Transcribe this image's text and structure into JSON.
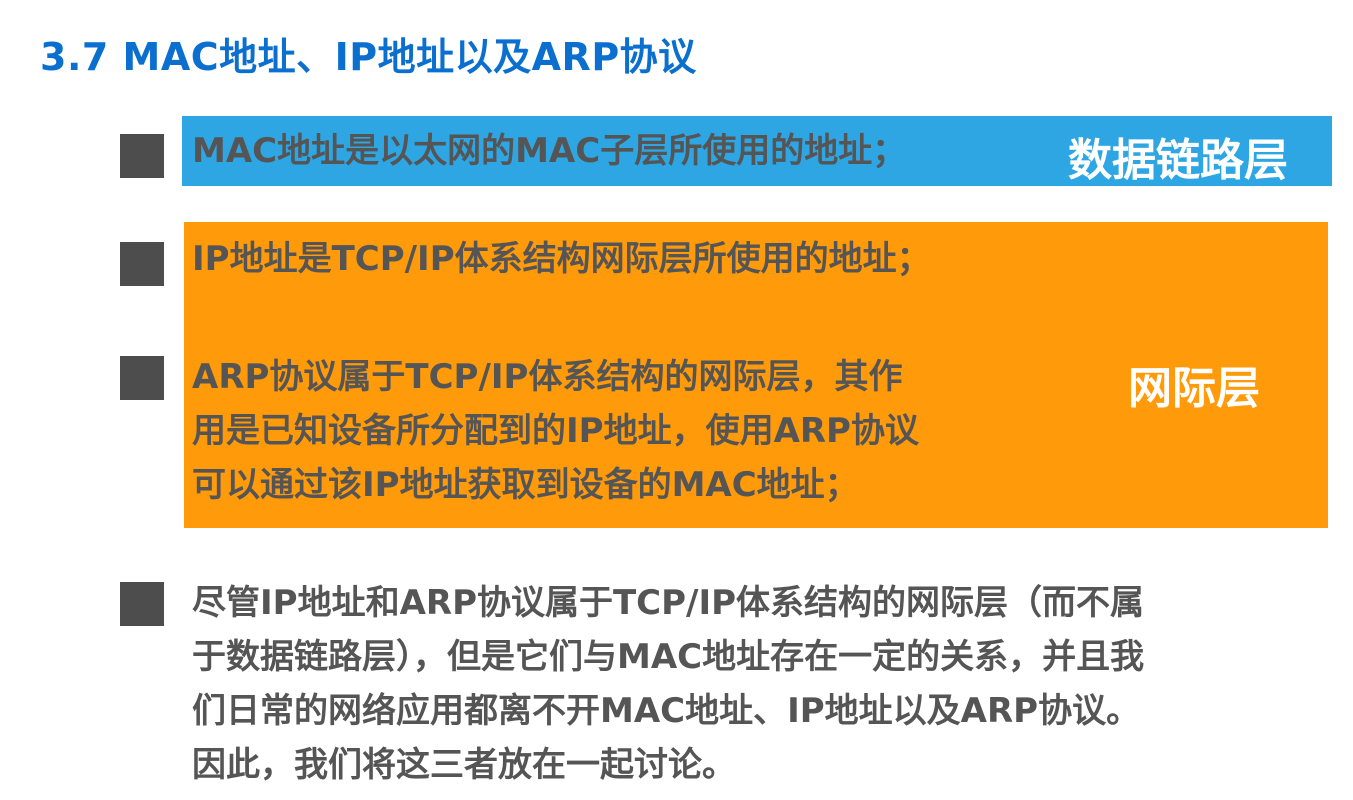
{
  "slide": {
    "title": "3.7 MAC地址、IP地址以及ARP协议"
  },
  "items": [
    {
      "text_lines": [
        "MAC地址是以太网的MAC子层所使用的地址；"
      ]
    },
    {
      "text_lines": [
        "IP地址是TCP/IP体系结构网际层所使用的地址；"
      ]
    },
    {
      "text_lines": [
        "ARP协议属于TCP/IP体系结构的网际层，其作",
        "用是已知设备所分配到的IP地址，使用ARP协议",
        "可以通过该IP地址获取到设备的MAC地址；"
      ]
    },
    {
      "text_lines": [
        "尽管IP地址和ARP协议属于TCP/IP体系结构的网际层（而不属",
        "于数据链路层），但是它们与MAC地址存在一定的关系，并且我",
        "们日常的网络应用都离不开MAC地址、IP地址以及ARP协议。",
        "因此，我们将这三者放在一起讨论。"
      ]
    }
  ],
  "highlights": {
    "data_link_layer_label": "数据链路层",
    "network_layer_label": "网际层",
    "colors": {
      "title": "#0a6fcf",
      "blue_band": "#2ea6e3",
      "orange_band": "#ff9a0a",
      "bullet": "#4d4d4d",
      "body_text": "#555555"
    }
  }
}
